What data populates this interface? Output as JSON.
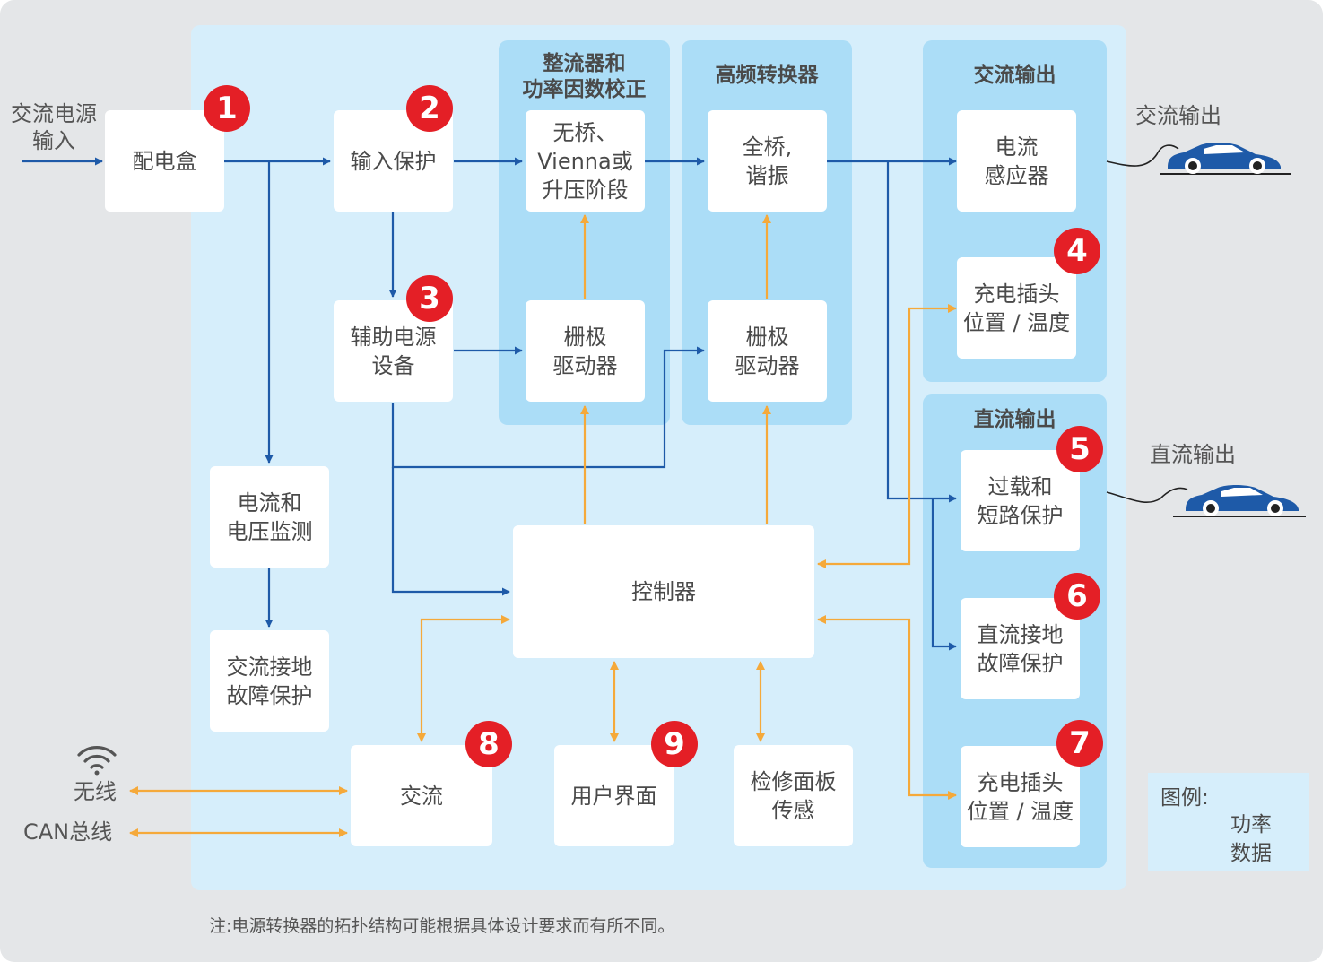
{
  "groups": {
    "rectifier": "整流器和\n功率因数校正",
    "hf_converter": "高频转换器",
    "ac_output": "交流输出",
    "dc_output": "直流输出"
  },
  "boxes": {
    "distribution_box": "配电盒",
    "input_protection": "输入保护",
    "aux_power": "辅助电源\n设备",
    "vienna_boost": "无桥、\nVienna或\n升压阶段",
    "full_bridge": "全桥,\n谐振",
    "current_sensor": "电流\n感应器",
    "ac_plug_temp": "充电插头\n位置 / 温度",
    "gate_driver_1": "栅极\n驱动器",
    "gate_driver_2": "栅极\n驱动器",
    "overload_short": "过载和\n短路保护",
    "dc_ground_fault": "直流接地\n故障保护",
    "dc_plug_temp": "充电插头\n位置 / 温度",
    "current_voltage_monitor": "电流和\n电压监测",
    "ac_ground_fault": "交流接地\n故障保护",
    "controller": "控制器",
    "comm": "交流",
    "user_interface": "用户界面",
    "service_panel_sensor": "检修面板\n传感"
  },
  "badges": [
    "1",
    "2",
    "3",
    "4",
    "5",
    "6",
    "7",
    "8",
    "9"
  ],
  "external": {
    "ac_input": "交流电源\n输入",
    "ac_output": "交流输出",
    "dc_output": "直流输出",
    "wireless": "无线",
    "can_bus": "CAN总线"
  },
  "legend": {
    "title": "图例:",
    "power": "功率",
    "data": "数据"
  },
  "note": "注:电源转换器的拓扑结构可能根据具体设计要求而有所不同。",
  "colors": {
    "power": "#1e5aa8",
    "data": "#f5a93a",
    "badge": "#e41f26",
    "car": "#1e5aa8"
  },
  "icons": [
    "wifi-icon",
    "car-icon"
  ]
}
